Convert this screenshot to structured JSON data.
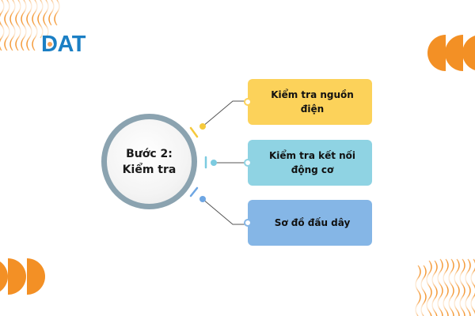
{
  "logo": {
    "text": "DAT",
    "color": "#1b7fc4"
  },
  "hub": {
    "line1": "Bước 2:",
    "line2": "Kiểm tra",
    "ring_color": "#8ba3b0"
  },
  "branches": [
    {
      "label": "Kiểm tra nguồn điện",
      "color": "#fcd25a",
      "accent": "#f5c93c"
    },
    {
      "label": "Kiểm tra kết nối động cơ",
      "color": "#8fd3e3",
      "accent": "#7ccbe0"
    },
    {
      "label": "Sơ đồ đấu dây",
      "color": "#85b6e6",
      "accent": "#6ea6e3"
    }
  ],
  "decor": {
    "orange": "#f39025"
  }
}
